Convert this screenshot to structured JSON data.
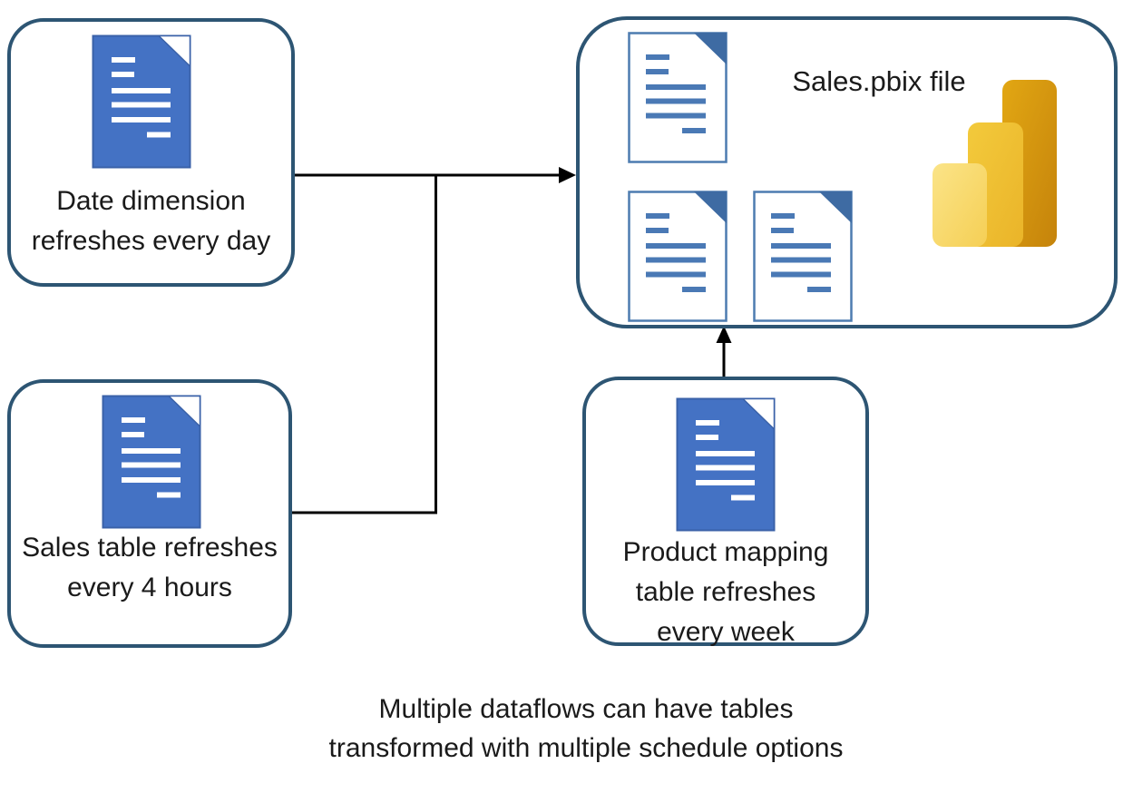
{
  "diagram": {
    "type": "flow-diagram",
    "pbix_box": {
      "title": "Sales.pbix file"
    },
    "dataflow_boxes": {
      "date_dimension": {
        "lines": [
          "Date dimension",
          "refreshes every day"
        ]
      },
      "sales_table": {
        "lines": [
          "Sales table refreshes",
          "every 4 hours"
        ]
      },
      "product_mapping": {
        "lines": [
          "Product mapping",
          "table refreshes",
          "every week"
        ]
      }
    },
    "caption": {
      "lines": [
        "Multiple dataflows can have tables",
        "transformed with multiple schedule options"
      ]
    },
    "icons": {
      "dataflow_document": "document-icon",
      "pbix_document": "document-outline-icon",
      "power_bi": "power-bi-logo-icon"
    },
    "colors": {
      "box_border": "#2d5573",
      "doc_blue_fill": "#4472c4",
      "doc_blue_stroke": "#3a61a8",
      "doc_outline_stroke": "#4d7cb0",
      "doc_fold_blue": "#3e6ba3",
      "pbi_bar_light_top": "#fbe488",
      "pbi_bar_light_bottom": "#f5cf55",
      "pbi_bar_mid_top": "#f3ca3c",
      "pbi_bar_mid_bottom": "#eab429",
      "pbi_bar_dark_top": "#e2a713",
      "pbi_bar_dark_bottom": "#c5830b",
      "connector": "#000000",
      "text": "#1a1a1a"
    }
  }
}
